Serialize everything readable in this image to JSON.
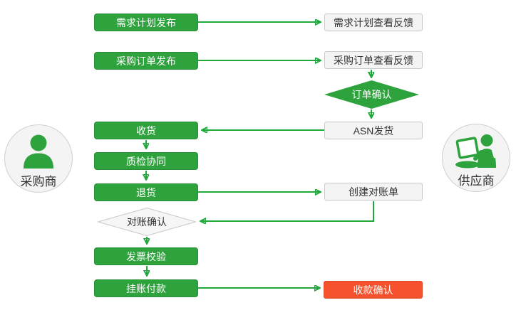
{
  "actors": {
    "buyer": {
      "label": "采购商"
    },
    "supplier": {
      "label": "供应商"
    }
  },
  "nodes": {
    "demand_plan_publish": {
      "label": "需求计划发布"
    },
    "demand_plan_feedback": {
      "label": "需求计划查看反馈"
    },
    "po_publish": {
      "label": "采购订单发布"
    },
    "po_feedback": {
      "label": "采购订单查看反馈"
    },
    "order_confirm": {
      "label": "订单确认"
    },
    "asn_ship": {
      "label": "ASN发货"
    },
    "receive": {
      "label": "收货"
    },
    "quality_collab": {
      "label": "质检协同"
    },
    "return_goods": {
      "label": "退货"
    },
    "create_statement": {
      "label": "创建对账单"
    },
    "reconcile_confirm": {
      "label": "对账确认"
    },
    "invoice_verify": {
      "label": "发票校验"
    },
    "payment_on_account": {
      "label": "挂账付款"
    },
    "receipt_confirm": {
      "label": "收款确认"
    }
  },
  "colors": {
    "node-green": "#2EA23C",
    "line-green": "#21A83C",
    "node-red": "#F4512C",
    "gray-fill": "#F4F4F4",
    "gray-border": "#C9C9C9",
    "text-dark": "#333333"
  }
}
